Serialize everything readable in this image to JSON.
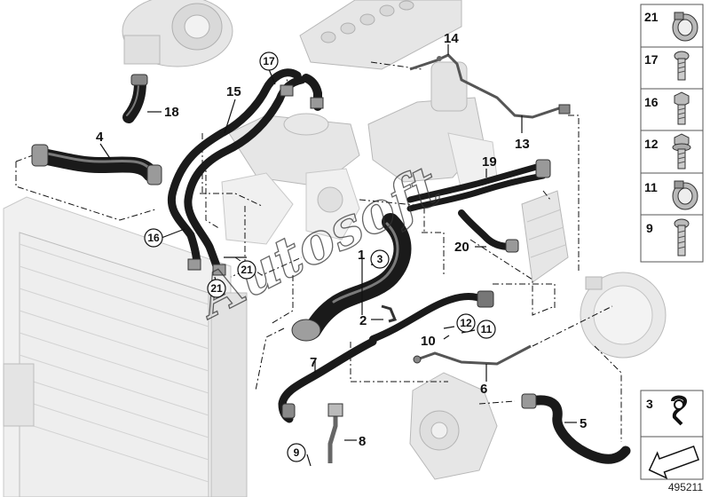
{
  "diagram_id": "495211",
  "watermark": "Autosoft",
  "callouts": [
    {
      "id": "c1",
      "label": "1"
    },
    {
      "id": "c2",
      "label": "2"
    },
    {
      "id": "c3",
      "label": "3"
    },
    {
      "id": "c4",
      "label": "4"
    },
    {
      "id": "c5",
      "label": "5"
    },
    {
      "id": "c6",
      "label": "6"
    },
    {
      "id": "c7",
      "label": "7"
    },
    {
      "id": "c8",
      "label": "8"
    },
    {
      "id": "c9",
      "label": "9"
    },
    {
      "id": "c10",
      "label": "10"
    },
    {
      "id": "c11",
      "label": "11"
    },
    {
      "id": "c12",
      "label": "12"
    },
    {
      "id": "c13",
      "label": "13"
    },
    {
      "id": "c14",
      "label": "14"
    },
    {
      "id": "c15",
      "label": "15"
    },
    {
      "id": "c16",
      "label": "16"
    },
    {
      "id": "c17",
      "label": "17"
    },
    {
      "id": "c18",
      "label": "18"
    },
    {
      "id": "c19",
      "label": "19"
    },
    {
      "id": "c20",
      "label": "20"
    },
    {
      "id": "c21a",
      "label": "21"
    },
    {
      "id": "c21b",
      "label": "21"
    }
  ],
  "side_panel": [
    {
      "label": "21",
      "icon": "clamp-ring-icon"
    },
    {
      "label": "17",
      "icon": "hex-bolt-short-icon"
    },
    {
      "label": "16",
      "icon": "hex-bolt-icon"
    },
    {
      "label": "12",
      "icon": "hex-bolt-flange-icon"
    },
    {
      "label": "11",
      "icon": "clamp-ring-icon"
    },
    {
      "label": "9",
      "icon": "socket-bolt-icon"
    }
  ],
  "bottom_panel": {
    "label": "3",
    "icon": "spring-clip-icon"
  }
}
